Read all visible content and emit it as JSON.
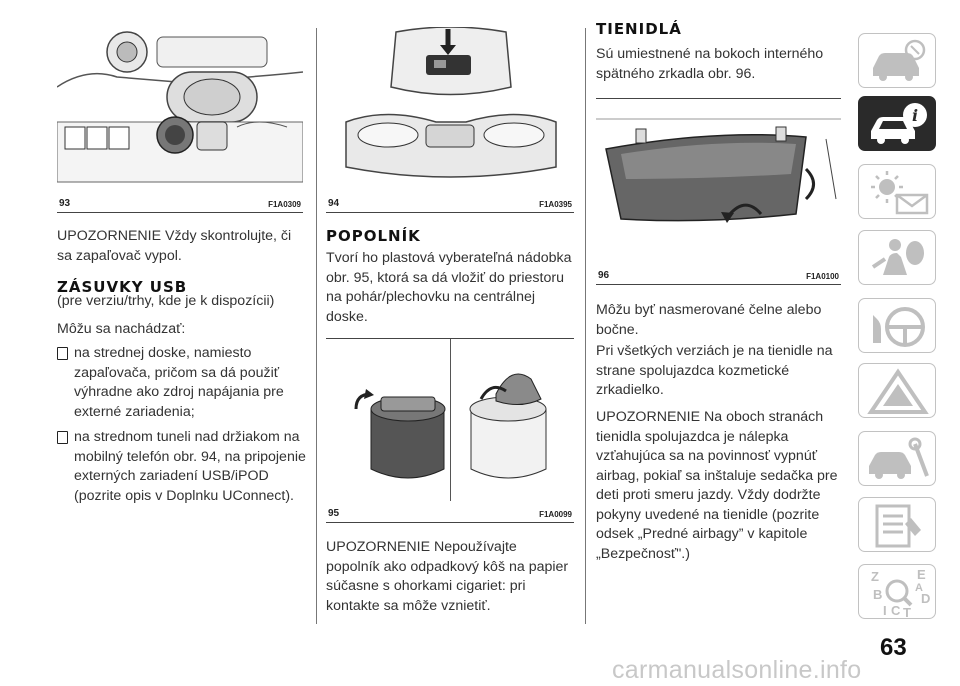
{
  "figures": [
    {
      "number": "93",
      "code": "F1A0309"
    },
    {
      "number": "94",
      "code": "F1A0395"
    },
    {
      "number": "95",
      "code": "F1A0099"
    },
    {
      "number": "96",
      "code": "F1A0100"
    }
  ],
  "col1": {
    "warning": "UPOZORNENIE Vždy skontrolujte, či sa zapaľovač vypol.",
    "usb_heading": "ZÁSUVKY USB",
    "usb_note": "(pre verziu/trhy, kde je k dispozícii)",
    "intro": "Môžu sa nachádzať:",
    "bullets": [
      "na strednej doske, namiesto zapaľovača, pričom sa dá použiť výhradne ako zdroj napájania pre externé zariadenia;",
      "na strednom tuneli nad držiakom na mobilný telefón obr. 94, na pripojenie externých zariadení USB/iPOD (pozrite opis v Doplnku UConnect)."
    ]
  },
  "col2": {
    "heading": "POPOLNÍK",
    "body": "Tvorí ho plastová vyberateľná nádobka obr. 95, ktorá sa dá vložiť do priestoru na pohár/plechovku na centrálnej doske.",
    "warning": "UPOZORNENIE Nepoužívajte popolník ako odpadkový kôš na papier súčasne s ohorkami cigariet: pri kontakte sa môže vznietiť."
  },
  "col3": {
    "heading": "TIENIDLÁ",
    "intro": "Sú umiestnené na bokoch interného spätného zrkadla obr. 96.",
    "p1": "Môžu byť nasmerované čelne alebo bočne.",
    "p2": "Pri všetkých verziách je na tienidle na strane spolujazdca kozmetické zrkadielko.",
    "warning": "UPOZORNENIE Na oboch stranách tienidla spolujazdca je nálepka vzťahujúca sa na povinnosť vypnúť airbag, pokiaľ sa inštaluje sedačka pre deti proti smeru jazdy. Vždy dodržte pokyny uvedené na tienidle (pozrite odsek „Predné airbagy” v kapitole „Bezpečnosť\".)"
  },
  "sidebar": {
    "tabs": [
      {
        "icon": "car-dashboard-icon",
        "active": false
      },
      {
        "icon": "car-info-icon",
        "active": true,
        "glyph": "i"
      },
      {
        "icon": "warning-lights-icon",
        "active": false
      },
      {
        "icon": "airbag-safety-icon",
        "active": false
      },
      {
        "icon": "steering-wheel-icon",
        "active": false
      },
      {
        "icon": "warning-triangle-icon",
        "active": false
      },
      {
        "icon": "car-service-icon",
        "active": false
      },
      {
        "icon": "technical-data-icon",
        "active": false
      },
      {
        "icon": "index-icon",
        "active": false,
        "letters": [
          "Z",
          "E",
          "B",
          "D",
          "A",
          "I",
          "C",
          "T"
        ]
      }
    ]
  },
  "page_number": "63",
  "watermark": "carmanualsonline.info",
  "colors": {
    "tab_active": "#2a2a2a",
    "tab_icon": "#bfbfbf",
    "text": "#333333"
  }
}
